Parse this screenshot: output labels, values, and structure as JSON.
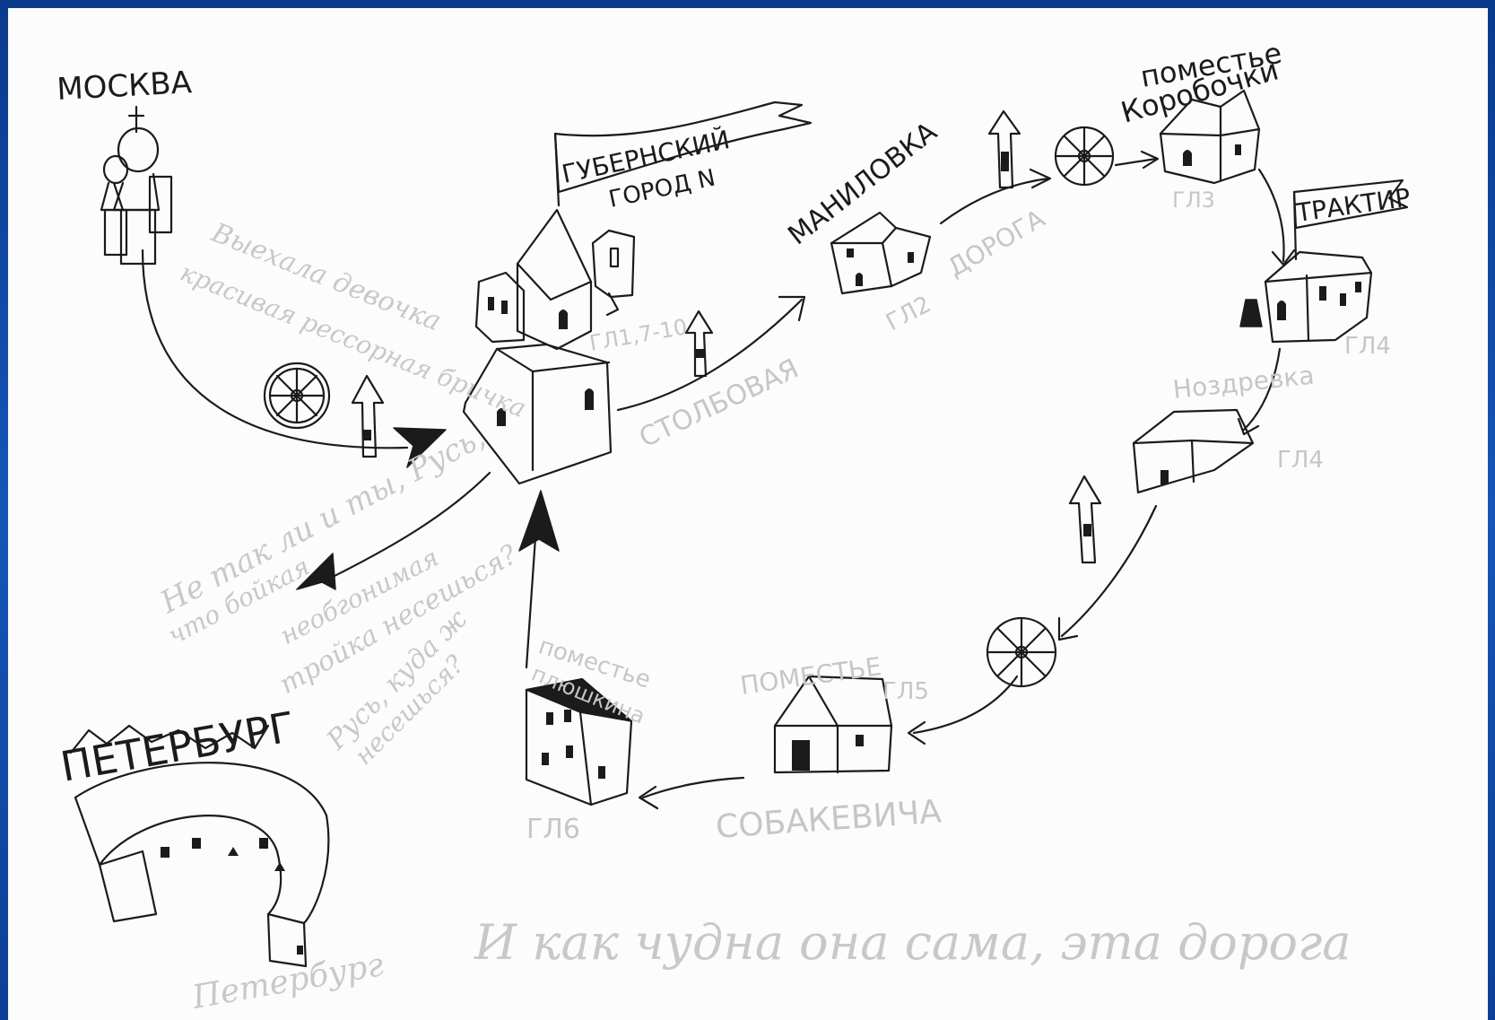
{
  "labels": {
    "moscow": "МОСКВА",
    "gub_city_line1": "ГУБЕРНСКИЙ",
    "gub_city_line2": "ГОРОД N",
    "gub_chapter": "ГЛ1,7-10",
    "manilovka": "МАНИЛОВКА",
    "road": "ДОРОГА",
    "stolbovaya": "СТОЛБОВАЯ",
    "ch2": "ГЛ2",
    "korobochka_line1": "поместье",
    "korobochka_line2": "Коробочки",
    "ch3": "ГЛ3",
    "traktir": "ТРАКТИР",
    "ch4_traktir": "ГЛ4",
    "nozdrevka": "Ноздревка",
    "ch4_nozdrevka": "ГЛ4",
    "sobakevich_top": "ПОМЕСТЬЕ",
    "ch5": "ГЛ5",
    "sobakevich_bottom": "СОБАКЕВИЧА",
    "plyushkin_line1": "поместье",
    "plyushkin_line2": "плюшкина",
    "ch6": "ГЛ6",
    "peterburg": "ПЕТЕРБУРГ",
    "peterburg_script": "Петербург",
    "quote_left_1": "Выехала девочка",
    "quote_left_2": "красивая рессорная бричка",
    "quote_rus_1": "Не так ли и ты, Русь,",
    "quote_rus_2": "что бойкая",
    "quote_rus_3": "необгонимая",
    "quote_rus_4": "тройка несешься?",
    "quote_rus_5": "Русь, куда ж",
    "quote_rus_6": "несешься?",
    "bottom_quote": "И как чудна она сама, эта дорога"
  },
  "colors": {
    "frame": "#1656b8",
    "paper": "#fcfcfc",
    "ink": "#1b1b1b",
    "pencil": "#c6c6c6"
  }
}
